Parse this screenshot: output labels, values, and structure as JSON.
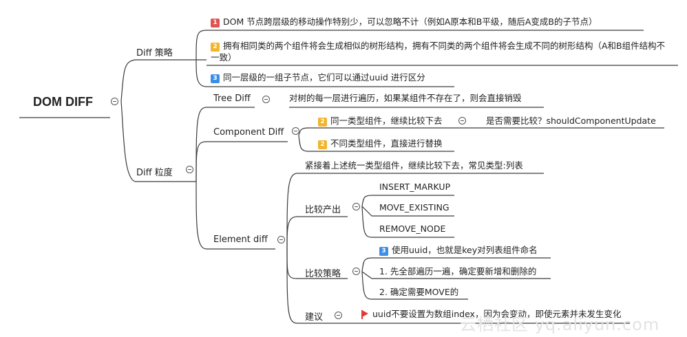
{
  "root": {
    "title": "DOM DIFF"
  },
  "diff_strategy": {
    "label": "Diff 策略",
    "items": [
      {
        "badge": "1",
        "text": "DOM 节点跨层级的移动操作特别少，可以忽略不计（例如A原本和B平级，随后A变成B的子节点）"
      },
      {
        "badge": "2",
        "text": "拥有相同类的两个组件将会生成相似的树形结构，拥有不同类的两个组件将会生成不同的树形结构（A和B组件结构不一致）"
      },
      {
        "badge": "3",
        "text": "同一层级的一组子节点，它们可以通过uuid 进行区分"
      }
    ]
  },
  "diff_granularity": {
    "label": "Diff 粒度",
    "tree_diff": {
      "label": "Tree Diff",
      "text": "对树的每一层进行遍历，如果某组件不存在了，则会直接销毁"
    },
    "component_diff": {
      "label": "Component Diff",
      "same_type": {
        "badge": "2",
        "text": "同一类型组件，继续比较下去",
        "child": "是否需要比较？shouldComponentUpdate"
      },
      "diff_type": {
        "badge": "2",
        "text": "不同类型组件，直接进行替换"
      }
    },
    "element_diff": {
      "label": "Element diff",
      "intro": "紧接着上述统一类型组件，继续比较下去，常见类型:列表",
      "output": {
        "label": "比较产出",
        "items": [
          "INSERT_MARKUP",
          "MOVE_EXISTING",
          "REMOVE_NODE"
        ]
      },
      "strategy": {
        "label": "比较策略",
        "items": [
          {
            "badge": "3",
            "text": "使用uuid，也就是key对列表组件命名"
          },
          {
            "text": "1. 先全部遍历一遍，确定要新增和删除的"
          },
          {
            "text": "2. 确定需要MOVE的"
          }
        ]
      },
      "suggestion": {
        "label": "建议",
        "text": "uuid不要设置为数组index，因为会变动，即使元素并未发生变化"
      }
    }
  },
  "watermark": "云栖社区 yq.aliyun.com"
}
